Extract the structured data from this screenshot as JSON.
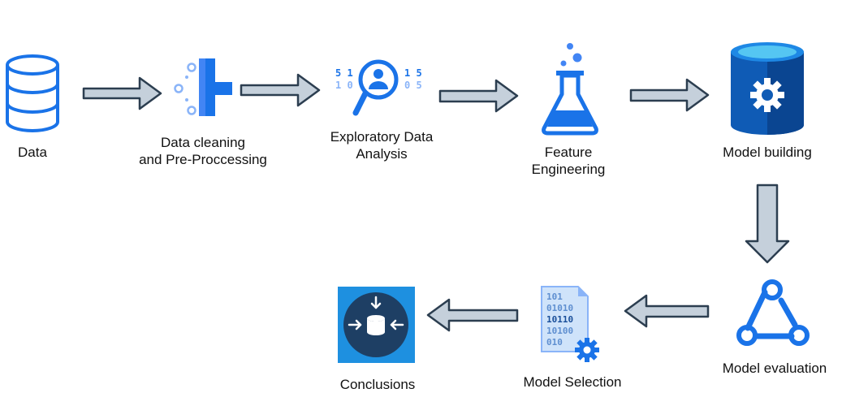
{
  "stages": {
    "data": {
      "label": "Data",
      "icon": "database-icon"
    },
    "cleaning": {
      "line1": "Data cleaning",
      "line2": "and Pre-Proccessing",
      "icon": "filter-icon"
    },
    "eda": {
      "line1": "Exploratory Data",
      "line2": "Analysis",
      "icon": "data-search-icon"
    },
    "feature": {
      "line1": "Feature",
      "line2": "Engineering",
      "icon": "flask-icon"
    },
    "building": {
      "label": "Model building",
      "icon": "database-gear-icon"
    },
    "evaluation": {
      "label": "Model evaluation",
      "icon": "pipeline-icon"
    },
    "selection": {
      "label": "Model Selection",
      "icon": "binary-document-gear-icon"
    },
    "conclusions": {
      "label": "Conclusions",
      "icon": "database-converge-icon"
    }
  },
  "icon_text": {
    "eda_left": [
      "5 1",
      "1 0"
    ],
    "eda_right": [
      "1 5",
      "0 5"
    ],
    "selection_bits": [
      "101",
      "01010",
      "10110",
      "10100",
      "010"
    ]
  },
  "colors": {
    "icon_blue": "#1a73e8",
    "light_blue": "#8ab4f8",
    "arrow_fill": "#c5d0db",
    "arrow_stroke": "#2c3e50",
    "cylinder_dark": "#0f4fa8",
    "cylinder_top": "#55c6f2",
    "conclusion_bg": "#1e90e0",
    "conclusion_circle": "#1e3f64"
  }
}
